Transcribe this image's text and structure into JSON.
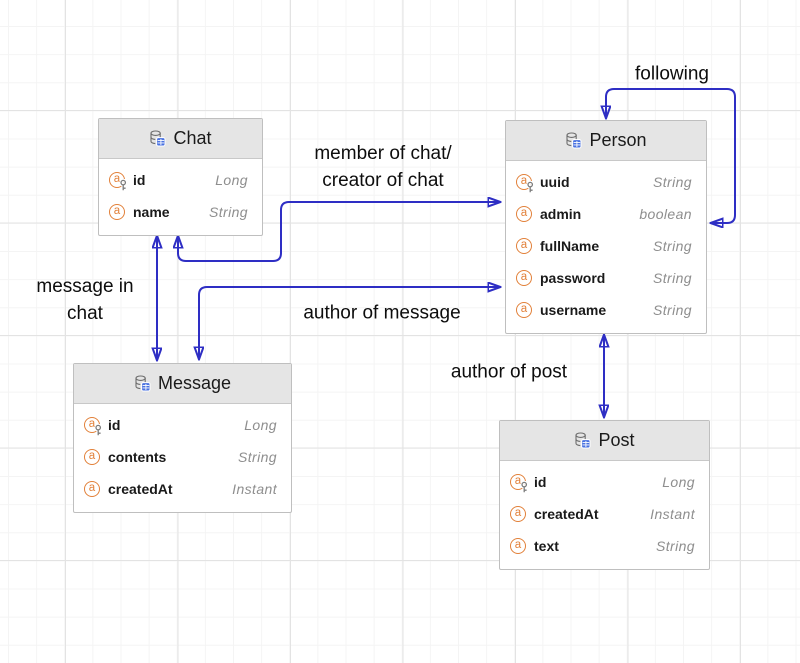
{
  "diagram": {
    "kind": "entity-relationship-diagram",
    "grid": {
      "minor_color": "#f4f4f4",
      "major_color": "#e3e3e3"
    }
  },
  "colors": {
    "edge_blue": "#2e2ec4",
    "entity_header_bg": "#e5e5e5",
    "entity_border": "#bfbfbf",
    "attribute_orange": "#e2813a",
    "table_badge_blue": "#4a72e0",
    "type_text_gray": "#8e8e8e"
  },
  "icons": {
    "entity_icon": "database-table-icon",
    "attribute_icon": "attribute-circle-a-icon",
    "key_icon": "primary-key-icon",
    "attribute_glyph": "a"
  },
  "entities": [
    {
      "title": "Chat",
      "fields": [
        {
          "name": "id",
          "type": "Long",
          "primary_key": true
        },
        {
          "name": "name",
          "type": "String",
          "primary_key": false
        }
      ]
    },
    {
      "title": "Person",
      "fields": [
        {
          "name": "uuid",
          "type": "String",
          "primary_key": true
        },
        {
          "name": "admin",
          "type": "boolean",
          "primary_key": false
        },
        {
          "name": "fullName",
          "type": "String",
          "primary_key": false
        },
        {
          "name": "password",
          "type": "String",
          "primary_key": false
        },
        {
          "name": "username",
          "type": "String",
          "primary_key": false
        }
      ]
    },
    {
      "title": "Message",
      "fields": [
        {
          "name": "id",
          "type": "Long",
          "primary_key": true
        },
        {
          "name": "contents",
          "type": "String",
          "primary_key": false
        },
        {
          "name": "createdAt",
          "type": "Instant",
          "primary_key": false
        }
      ]
    },
    {
      "title": "Post",
      "fields": [
        {
          "name": "id",
          "type": "Long",
          "primary_key": true
        },
        {
          "name": "createdAt",
          "type": "Instant",
          "primary_key": false
        },
        {
          "name": "text",
          "type": "String",
          "primary_key": false
        }
      ]
    }
  ],
  "relationships": [
    {
      "label": "following",
      "from": "Person",
      "to": "Person",
      "bidirectional": true
    },
    {
      "label": "member of chat/\ncreator of chat",
      "from": "Chat",
      "to": "Person",
      "bidirectional": true
    },
    {
      "label": "message in\nchat",
      "from": "Chat",
      "to": "Message",
      "bidirectional": true
    },
    {
      "label": "author of message",
      "from": "Message",
      "to": "Person",
      "bidirectional": true
    },
    {
      "label": "author of post",
      "from": "Person",
      "to": "Post",
      "bidirectional": true
    }
  ]
}
